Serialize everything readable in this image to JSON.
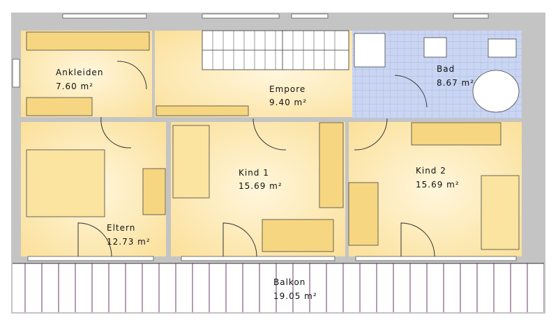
{
  "rooms": [
    {
      "name": "Ankleiden",
      "area": "7.60 m²"
    },
    {
      "name": "Empore",
      "area": "9.40 m²"
    },
    {
      "name": "Bad",
      "area": "8.67 m²"
    },
    {
      "name": "Kind 1",
      "area": "15.69 m²"
    },
    {
      "name": "Kind 2",
      "area": "15.69 m²"
    },
    {
      "name": "Eltern",
      "area": "12.73 m²"
    },
    {
      "name": "Balkon",
      "area": "19.05 m²"
    }
  ],
  "colors": {
    "wall": "#c4c4c4",
    "floor": "#fbe3a0",
    "floor_light": "#fff6dc",
    "tile": "#c9d5f2",
    "balcony_line": "#6a3a6a"
  }
}
